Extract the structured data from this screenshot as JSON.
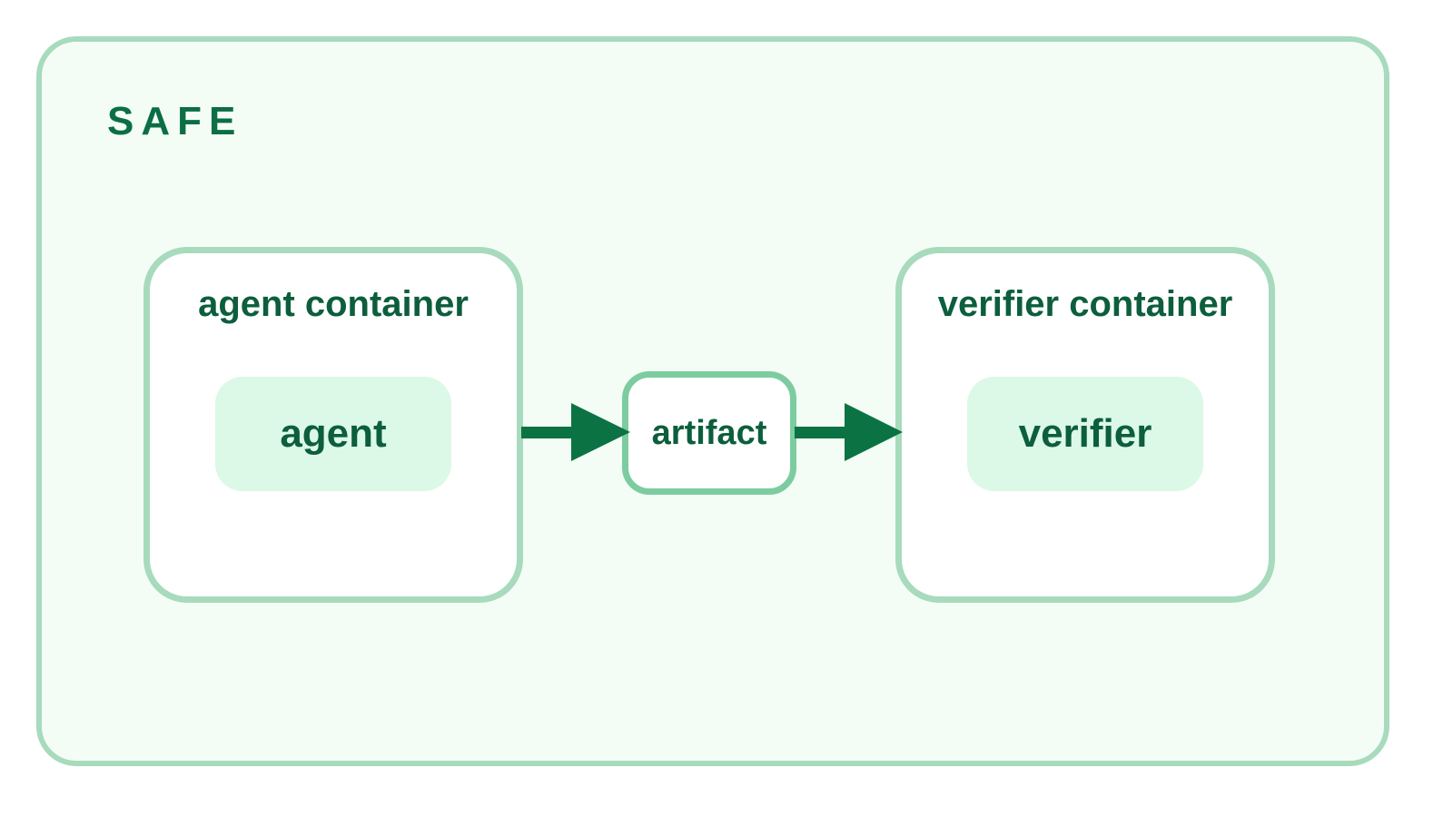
{
  "zone": {
    "label": "SAFE"
  },
  "agent_container": {
    "title": "agent container",
    "inner_label": "agent"
  },
  "artifact": {
    "label": "artifact"
  },
  "verifier_container": {
    "title": "verifier container",
    "inner_label": "verifier"
  },
  "colors": {
    "zone_border": "#a8dabd",
    "zone_fill": "#f3fdf6",
    "label_text": "#0c5e3d",
    "inner_fill": "#dcf8e6",
    "artifact_border": "#7ccca0",
    "arrow": "#0b7343"
  }
}
